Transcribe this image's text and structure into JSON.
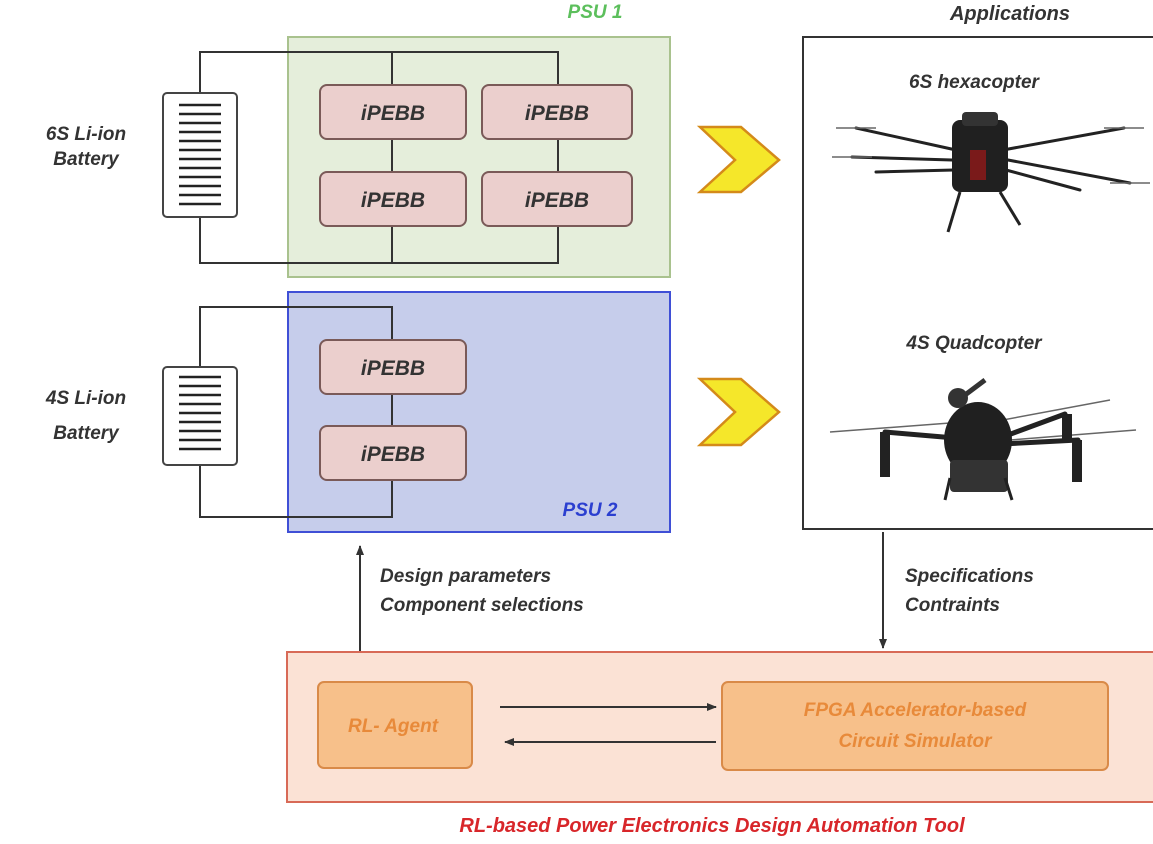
{
  "title": {
    "text": "Applications"
  },
  "psu1": {
    "label": "PSU 1"
  },
  "psu2": {
    "label": "PSU 2"
  },
  "battery6s": {
    "line1": "6S Li-ion",
    "line2": "Battery"
  },
  "battery4s": {
    "line1": "4S Li-ion",
    "line2": "Battery"
  },
  "module_label": "iPEBB",
  "modules": {
    "psu1_a": "iPEBB",
    "psu1_b": "iPEBB",
    "psu1_c": "iPEBB",
    "psu1_d": "iPEBB",
    "psu2_a": "iPEBB",
    "psu2_b": "iPEBB"
  },
  "applications": {
    "hexacopter": "6S hexacopter",
    "quadcopter": "4S Quadcopter"
  },
  "feedback": {
    "line1": "Design parameters",
    "line2": "Component selections"
  },
  "specs": {
    "line1": "Specifications",
    "line2": "Contraints"
  },
  "tool": {
    "agent": "RL- Agent",
    "sim_line1": "FPGA Accelerator-based",
    "sim_line2": "Circuit Simulator",
    "caption": "RL-based Power Electronics Design Automation Tool"
  },
  "colors": {
    "psu1_fill": "#e5eedb",
    "psu1_stroke": "#a9c28e",
    "psu1_text": "#5cbf5c",
    "psu2_fill": "#c6cdeb",
    "psu2_stroke": "#3f4fd6",
    "psu2_text": "#2b3fd0",
    "module_fill": "#ebcfcd",
    "module_stroke": "#7a5a58",
    "arrow_fill": "#f5e72a",
    "arrow_stroke": "#d48a1a",
    "tool_fill": "#fbe2d5",
    "tool_stroke": "#d86a57",
    "inner_fill": "#f7c08a",
    "inner_stroke": "#d98a48",
    "inner_text": "#e88a3a",
    "caption_text": "#d8262a"
  }
}
